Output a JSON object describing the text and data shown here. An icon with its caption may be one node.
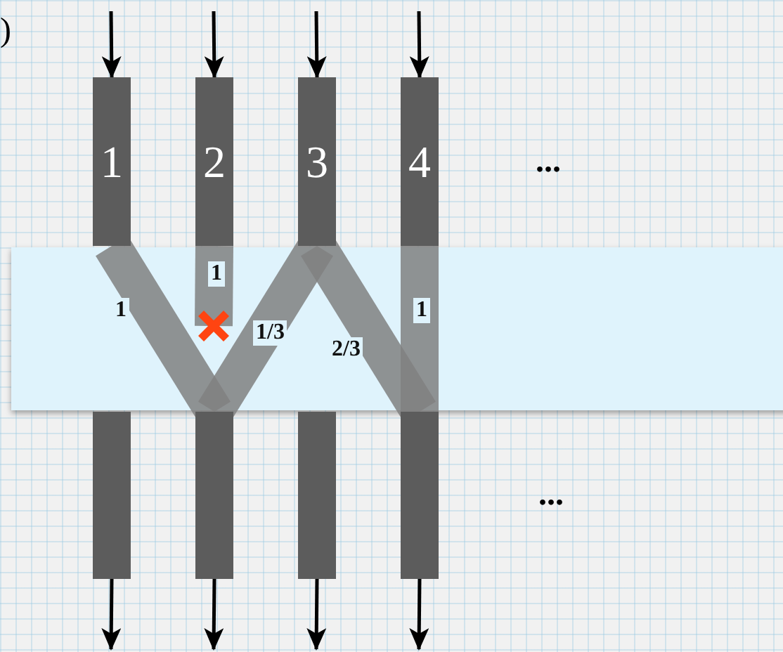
{
  "diagram": {
    "nodes": [
      {
        "text": [
          "1"
        ]
      },
      {
        "text": [
          "2"
        ]
      },
      {
        "text": [
          "3"
        ]
      },
      {
        "text": [
          "4"
        ]
      },
      {
        "text": [],
        "shape": "bar"
      },
      {
        "text": [],
        "shape": "bar"
      },
      {
        "text": [],
        "shape": "bar"
      },
      {
        "text": [],
        "shape": "bar"
      }
    ],
    "edges": [
      {
        "from": null,
        "to": 0,
        "arrow": "to"
      },
      {
        "from": null,
        "to": 1,
        "arrow": "to"
      },
      {
        "from": null,
        "to": 2,
        "arrow": "to"
      },
      {
        "from": null,
        "to": 3,
        "arrow": "to"
      },
      {
        "from": 0,
        "to": 5,
        "arrow": "none",
        "label": "1",
        "style": "thick",
        "color": "#808080"
      },
      {
        "from": 1,
        "to": null,
        "arrow": "other",
        "label": "1",
        "style": "thick",
        "color": "#808080"
      },
      {
        "from": 5,
        "to": 2,
        "arrow": "none",
        "label": "1/3",
        "style": "thick",
        "color": "#808080"
      },
      {
        "from": 2,
        "to": 7,
        "arrow": "none",
        "label": "2/3",
        "style": "thick",
        "color": "#808080"
      },
      {
        "from": 3,
        "to": 7,
        "arrow": "none",
        "label": "1",
        "style": "thick",
        "color": "#808080"
      },
      {
        "from": 4,
        "to": null,
        "arrow": "to"
      },
      {
        "from": 5,
        "to": null,
        "arrow": "to"
      },
      {
        "from": 6,
        "to": null,
        "arrow": "to"
      },
      {
        "from": 7,
        "to": null,
        "arrow": "to"
      }
    ],
    "labels": [
      ")",
      "...",
      "..."
    ]
  }
}
